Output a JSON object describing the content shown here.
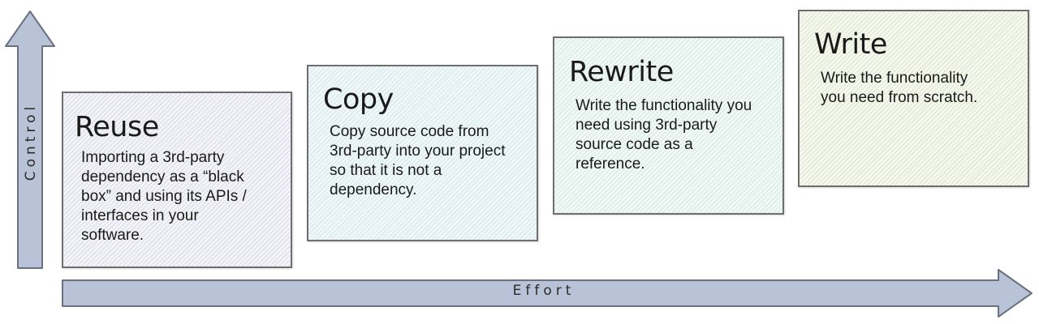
{
  "axes": {
    "x_label": "Effort",
    "y_label": "Control",
    "arrow_fill": "#b8c3d8",
    "arrow_stroke": "#6b7180"
  },
  "cards": [
    {
      "title": "Reuse",
      "text": "Importing a 3rd-party dependency as a “black box” and using its APIs / interfaces in your software."
    },
    {
      "title": "Copy",
      "text": "Copy source code from 3rd-party into your project so that it is not a dependency."
    },
    {
      "title": "Rewrite",
      "text": "Write the functionality you need using 3rd-party source code as a reference."
    },
    {
      "title": "Write",
      "text": "Write the functionality you need from scratch."
    }
  ]
}
